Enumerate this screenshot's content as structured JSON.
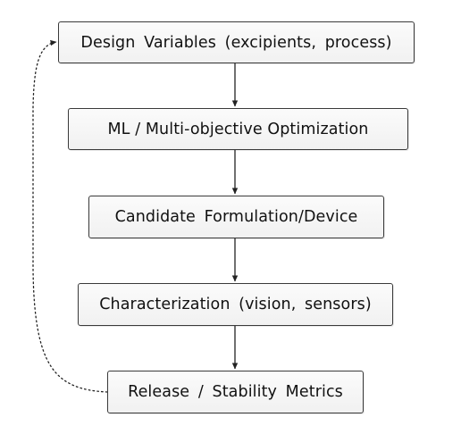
{
  "diagram": {
    "nodes": [
      {
        "id": "design",
        "label": "Design Variables (excipients, process)"
      },
      {
        "id": "optimization",
        "label": "ML / Multi-objective Optimization"
      },
      {
        "id": "candidate",
        "label": "Candidate Formulation/Device"
      },
      {
        "id": "characterization",
        "label": "Characterization (vision, sensors)"
      },
      {
        "id": "release",
        "label": "Release / Stability Metrics"
      }
    ],
    "edges": [
      {
        "from": "design",
        "to": "optimization",
        "style": "solid"
      },
      {
        "from": "optimization",
        "to": "candidate",
        "style": "solid"
      },
      {
        "from": "candidate",
        "to": "characterization",
        "style": "solid"
      },
      {
        "from": "characterization",
        "to": "release",
        "style": "solid"
      },
      {
        "from": "release",
        "to": "design",
        "style": "dotted",
        "kind": "feedback-loop"
      }
    ],
    "colors": {
      "box_border": "#3a3a3a",
      "box_fill": "#f5f5f5",
      "arrow": "#222222",
      "text": "#111111"
    }
  }
}
